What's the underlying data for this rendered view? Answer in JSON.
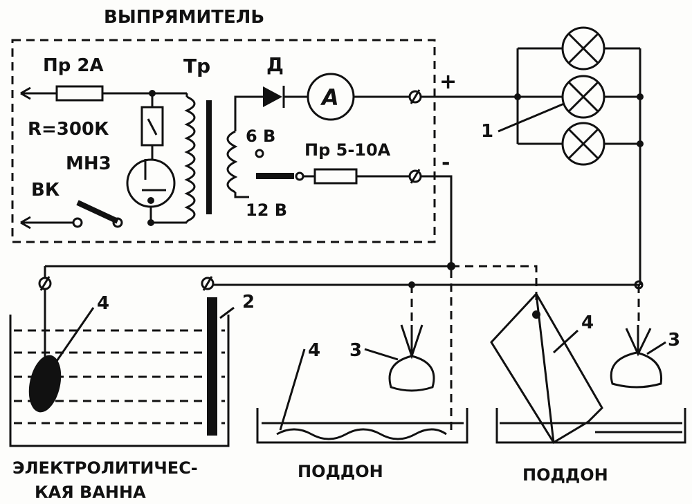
{
  "title": "ВЫПРЯМИТЕЛЬ",
  "labels": {
    "fuse1": "Пр 2А",
    "transformer": "Тр",
    "diode": "Д",
    "ammeter": "А",
    "plus": "+",
    "minus": "-",
    "resistor": "R=300К",
    "lamp_mn": "МН3",
    "switch": "ВК",
    "tap6": "6 В",
    "tap12": "12 В",
    "fuse2": "Пр 5-10А",
    "n1": "1",
    "n2": "2",
    "n3a": "3",
    "n3b": "3",
    "n4a": "4",
    "n4b": "4",
    "n4c": "4"
  },
  "captions": {
    "bath_line1": "ЭЛЕКТРОЛИТИЧЕС-",
    "bath_line2": "КАЯ ВАННА",
    "tray1": "ПОДДОН",
    "tray2": "ПОДДОН"
  }
}
